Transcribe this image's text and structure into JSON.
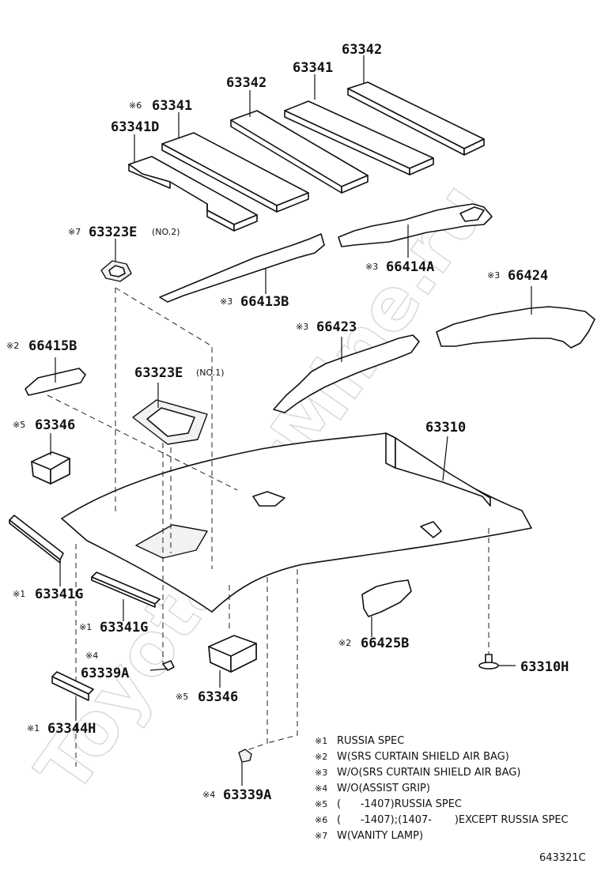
{
  "diagram": {
    "watermark": "ToyotaCarMine.ru",
    "reference_code": "643321C",
    "parts": [
      {
        "id": "p1",
        "note": "",
        "number": "63342"
      },
      {
        "id": "p2",
        "note": "",
        "number": "63341"
      },
      {
        "id": "p3",
        "note": "",
        "number": "63342"
      },
      {
        "id": "p4",
        "note": "※6",
        "number": "63341"
      },
      {
        "id": "p5",
        "note": "",
        "number": "63341D"
      },
      {
        "id": "p6",
        "note": "※7",
        "number": "63323E",
        "suffix": "(NO.2)"
      },
      {
        "id": "p7",
        "note": "※3",
        "number": "66414A"
      },
      {
        "id": "p8",
        "note": "※3",
        "number": "66413B"
      },
      {
        "id": "p9",
        "note": "※3",
        "number": "66424"
      },
      {
        "id": "p10",
        "note": "※2",
        "number": "66415B"
      },
      {
        "id": "p11",
        "note": "※3",
        "number": "66423"
      },
      {
        "id": "p12",
        "note": "",
        "number": "63323E",
        "suffix": "(NO.1)"
      },
      {
        "id": "p13",
        "note": "※5",
        "number": "63346"
      },
      {
        "id": "p14",
        "note": "",
        "number": "63310"
      },
      {
        "id": "p15",
        "note": "※1",
        "number": "63341G"
      },
      {
        "id": "p16",
        "note": "※1",
        "number": "63341G"
      },
      {
        "id": "p17",
        "note": "※2",
        "number": "66425B"
      },
      {
        "id": "p18",
        "note": "※4",
        "number": "63339A"
      },
      {
        "id": "p19",
        "note": "",
        "number": "63310H"
      },
      {
        "id": "p20",
        "note": "※5",
        "number": "63346"
      },
      {
        "id": "p21",
        "note": "※1",
        "number": "63344H"
      },
      {
        "id": "p22",
        "note": "※4",
        "number": "63339A"
      }
    ],
    "legend": [
      {
        "mark": "※1",
        "text": "RUSSIA SPEC"
      },
      {
        "mark": "※2",
        "text": "W(SRS CURTAIN SHIELD AIR BAG)"
      },
      {
        "mark": "※3",
        "text": "W/O(SRS CURTAIN SHIELD AIR BAG)"
      },
      {
        "mark": "※4",
        "text": "W/O(ASSIST GRIP)"
      },
      {
        "mark": "※5",
        "text": "(      -1407)RUSSIA SPEC"
      },
      {
        "mark": "※6",
        "text": "(      -1407);(1407-       )EXCEPT RUSSIA SPEC"
      },
      {
        "mark": "※7",
        "text": "W(VANITY LAMP)"
      }
    ]
  }
}
